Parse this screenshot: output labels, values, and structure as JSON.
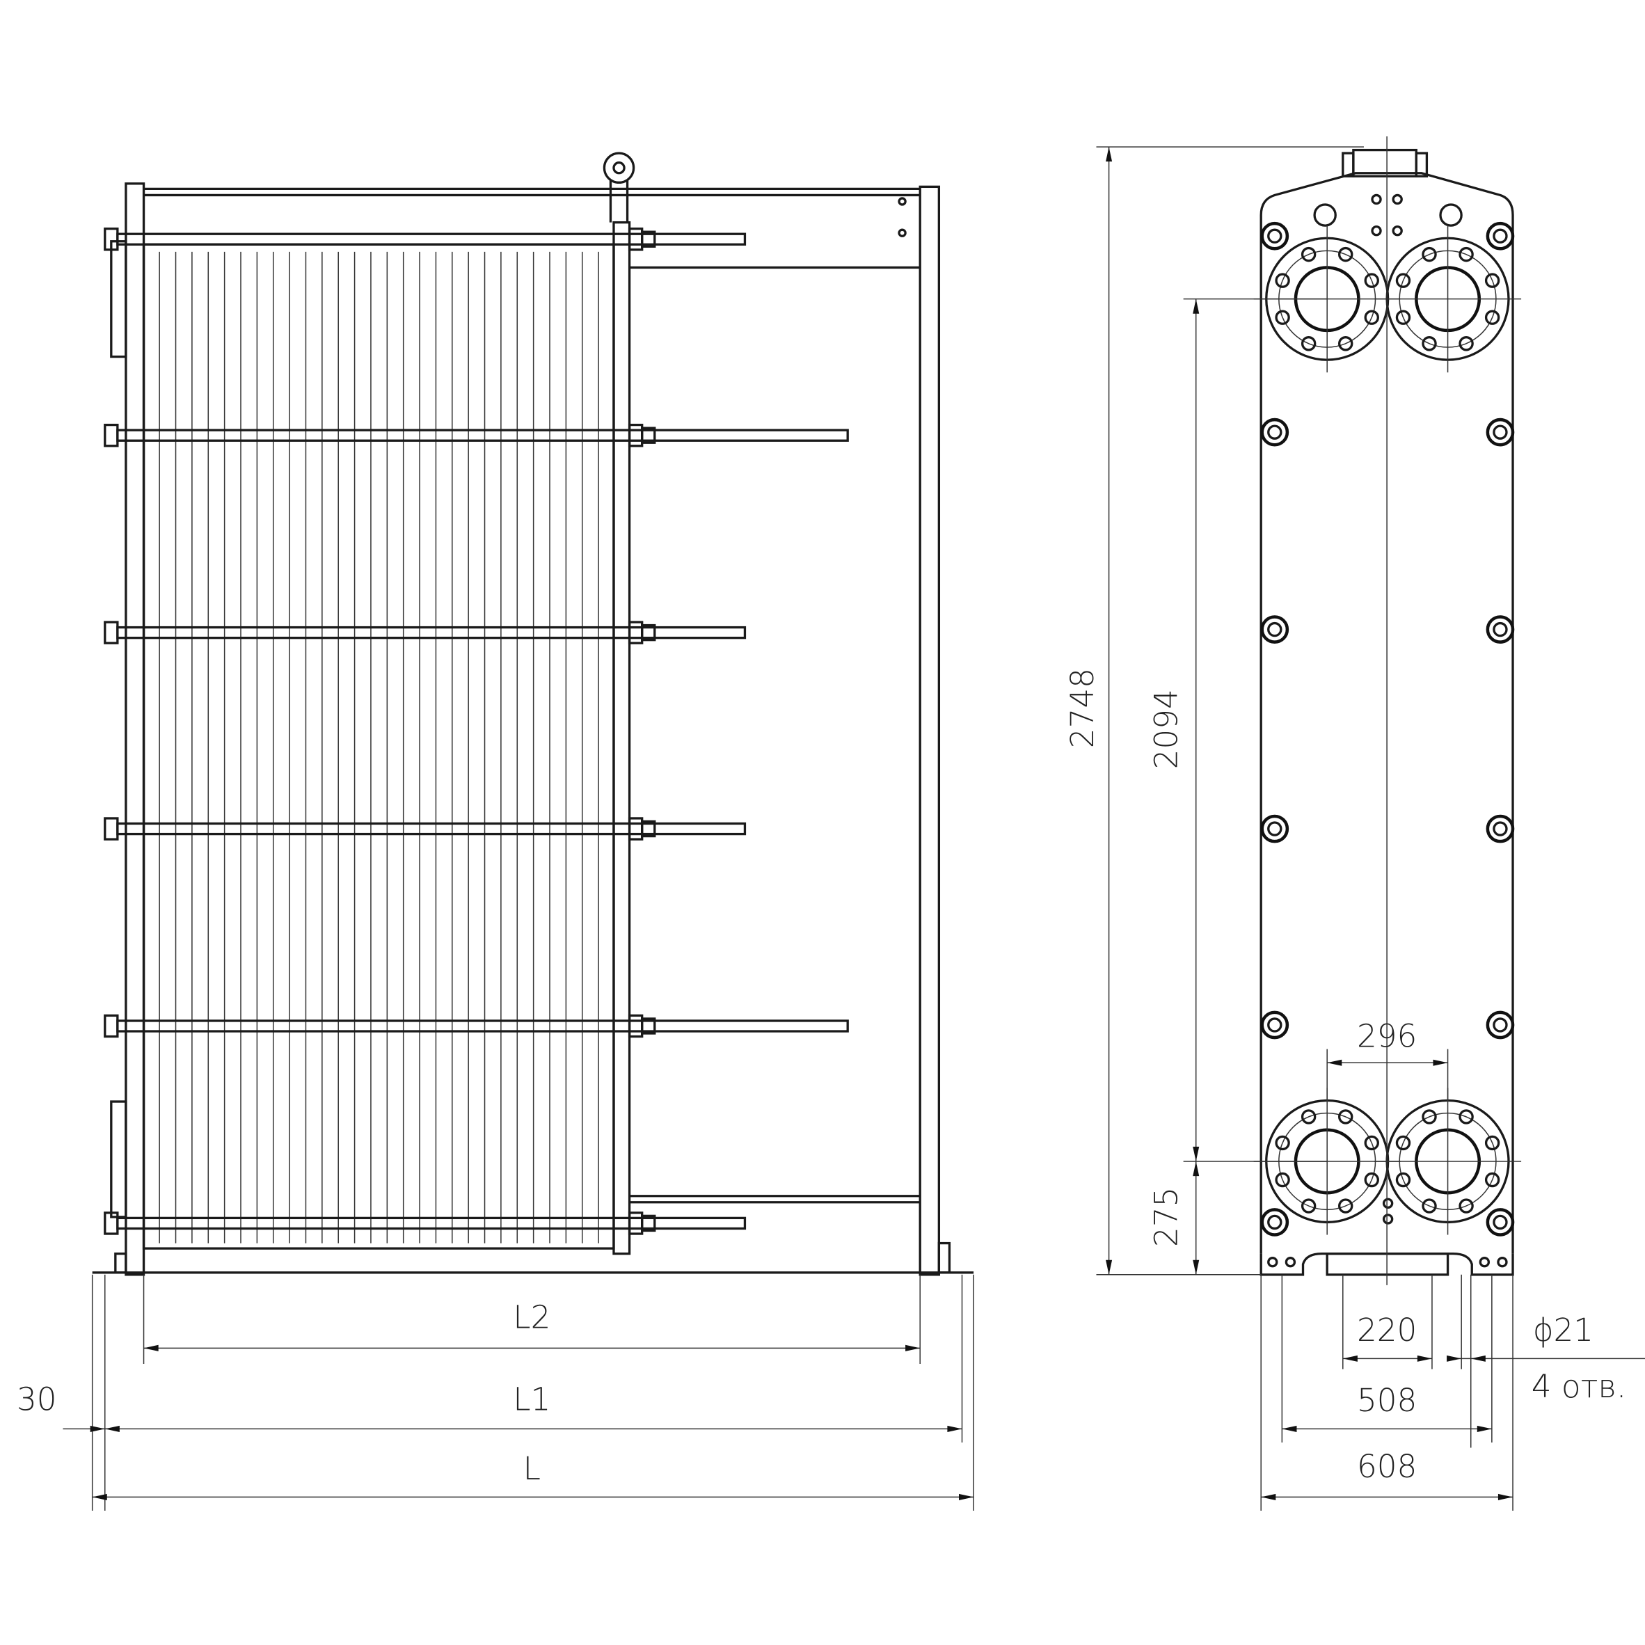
{
  "side_view": {
    "dimensions": {
      "L2": "L2",
      "L1": "L1",
      "L": "L",
      "offset": "30"
    }
  },
  "front_view": {
    "dimensions": {
      "height_total": "2748",
      "port_spacing_vertical": "2094",
      "bottom_port_height": "275",
      "port_spacing_horizontal": "296",
      "foot_inner": "220",
      "foot_holes_spacing": "508",
      "width_total": "608",
      "hole_diameter": "ϕ21",
      "hole_count": "4 отв."
    }
  }
}
